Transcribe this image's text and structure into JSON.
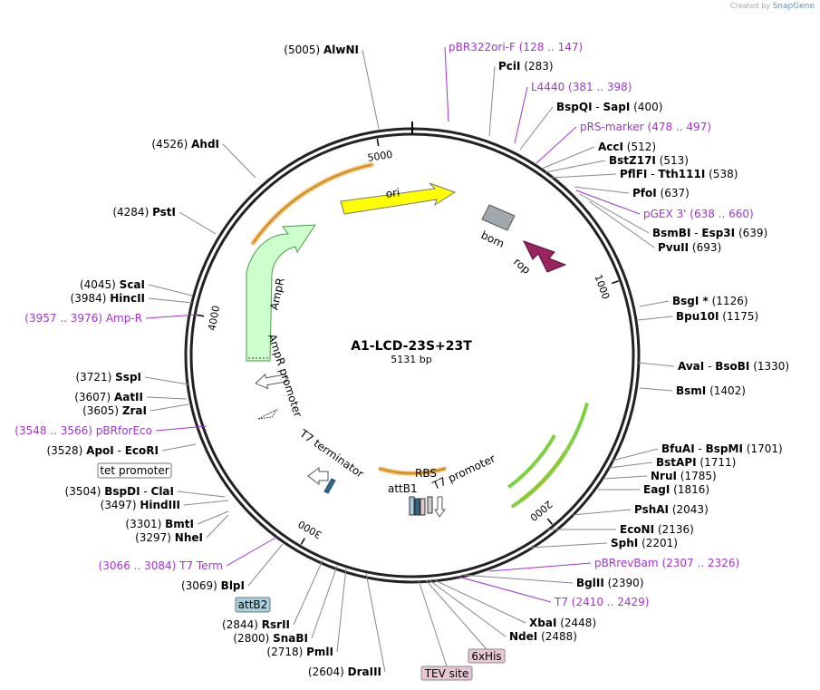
{
  "credit": {
    "prefix": "Created by",
    "brand": "SnapGene"
  },
  "map": {
    "name": "A1-LCD-23S+23T",
    "size_label": "5131 bp",
    "total_bp": 5131
  },
  "ring_ticks": [
    {
      "bp": 1000,
      "label": "1000"
    },
    {
      "bp": 2000,
      "label": "2000"
    },
    {
      "bp": 3000,
      "label": "3000"
    },
    {
      "bp": 4000,
      "label": "4000"
    },
    {
      "bp": 5000,
      "label": "5000"
    }
  ],
  "colors": {
    "enzyme_text": "#000000",
    "coord_text": "#000000",
    "primer": "#a133d6",
    "ori": "#ffff00",
    "ampr": "#ccffcc",
    "rop": "#99245f",
    "bom": "#a0a7ad",
    "orange_line": "#f5b85a",
    "green_line": "#7fd040",
    "attb2_fill": "#a6cfe0",
    "tag_fill": "#e7c7d6"
  },
  "features": [
    {
      "name": "ori",
      "label": "ori",
      "kind": "ori"
    },
    {
      "name": "bom",
      "label": "bom",
      "kind": "bom"
    },
    {
      "name": "rop",
      "label": "rop",
      "kind": "rop"
    },
    {
      "name": "ampr",
      "label": "AmpR",
      "kind": "ampr"
    },
    {
      "name": "ampr-promoter",
      "label": "AmpR promoter",
      "kind": "promoter"
    },
    {
      "name": "t7-terminator",
      "label": "T7 terminator",
      "kind": "terminator"
    },
    {
      "name": "attb1",
      "label": "attB1",
      "kind": "small"
    },
    {
      "name": "rbs",
      "label": "RBS",
      "kind": "small"
    },
    {
      "name": "t7-promoter",
      "label": "T7 promoter",
      "kind": "small"
    }
  ],
  "right_labels": [
    {
      "pos": "(283)",
      "enzyme": "PciI",
      "primer": false
    },
    {
      "pos": "(381 .. 398)",
      "enzyme": "L4440",
      "primer": true
    },
    {
      "pos": "(400)",
      "enzyme": "BspQI",
      "enzyme2": "SapI",
      "primer": false
    },
    {
      "pos": "(478 .. 497)",
      "enzyme": "pRS-marker",
      "primer": true
    },
    {
      "pos": "(512)",
      "enzyme": "AccI",
      "primer": false
    },
    {
      "pos": "(513)",
      "enzyme": "BstZ17I",
      "primer": false
    },
    {
      "pos": "(538)",
      "enzyme": "PflFI",
      "enzyme2": "Tth111I",
      "primer": false
    },
    {
      "pos": "(637)",
      "enzyme": "PfoI",
      "primer": false
    },
    {
      "pos": "(638 .. 660)",
      "enzyme": "pGEX 3'",
      "primer": true
    },
    {
      "pos": "(639)",
      "enzyme": "BsmBI",
      "enzyme2": "Esp3I",
      "primer": false
    },
    {
      "pos": "(693)",
      "enzyme": "PvuII",
      "primer": false
    },
    {
      "pos": "(1126)",
      "enzyme": "BsgI",
      "star": "*",
      "primer": false
    },
    {
      "pos": "(1175)",
      "enzyme": "Bpu10I",
      "primer": false
    },
    {
      "pos": "(1330)",
      "enzyme": "AvaI",
      "enzyme2": "BsoBI",
      "primer": false
    },
    {
      "pos": "(1402)",
      "enzyme": "BsmI",
      "primer": false
    },
    {
      "pos": "(1701)",
      "enzyme": "BfuAI",
      "enzyme2": "BspMI",
      "primer": false
    },
    {
      "pos": "(1711)",
      "enzyme": "BstAPI",
      "primer": false
    },
    {
      "pos": "(1785)",
      "enzyme": "NruI",
      "primer": false
    },
    {
      "pos": "(1816)",
      "enzyme": "EagI",
      "primer": false
    },
    {
      "pos": "(2043)",
      "enzyme": "PshAI",
      "primer": false
    },
    {
      "pos": "(2136)",
      "enzyme": "EcoNI",
      "primer": false
    },
    {
      "pos": "(2201)",
      "enzyme": "SphI",
      "primer": false
    },
    {
      "pos": "(2307 .. 2326)",
      "enzyme": "pBRrevBam",
      "primer": true
    },
    {
      "pos": "(2390)",
      "enzyme": "BglII",
      "primer": false
    },
    {
      "pos": "(2410 .. 2429)",
      "enzyme": "T7",
      "primer": true
    },
    {
      "pos": "(2448)",
      "enzyme": "XbaI",
      "primer": false
    },
    {
      "pos": "(2488)",
      "enzyme": "NdeI",
      "primer": false
    }
  ],
  "top_labels": [
    {
      "pos": "(5005)",
      "enzyme": "AlwNI",
      "primer": false
    },
    {
      "pos": "(128 .. 147)",
      "enzyme": "pBR322ori-F",
      "primer": true
    }
  ],
  "left_labels": [
    {
      "pos": "(4526)",
      "enzyme": "AhdI",
      "primer": false
    },
    {
      "pos": "(4284)",
      "enzyme": "PstI",
      "primer": false
    },
    {
      "pos": "(4045)",
      "enzyme": "ScaI",
      "primer": false
    },
    {
      "pos": "(3984)",
      "enzyme": "HincII",
      "primer": false
    },
    {
      "pos": "(3957 .. 3976)",
      "enzyme": "Amp-R",
      "primer": true
    },
    {
      "pos": "(3721)",
      "enzyme": "SspI",
      "primer": false
    },
    {
      "pos": "(3607)",
      "enzyme": "AatII",
      "primer": false
    },
    {
      "pos": "(3605)",
      "enzyme": "ZraI",
      "primer": false
    },
    {
      "pos": "(3548 .. 3566)",
      "enzyme": "pBRforEco",
      "primer": true
    },
    {
      "pos": "(3528)",
      "enzyme": "ApoI",
      "enzyme2": "EcoRI",
      "primer": false
    },
    {
      "pos": "",
      "enzyme": "tet promoter",
      "boxed": "white",
      "primer": false
    },
    {
      "pos": "(3504)",
      "enzyme": "BspDI",
      "enzyme2": "ClaI",
      "primer": false
    },
    {
      "pos": "(3497)",
      "enzyme": "HindIII",
      "primer": false
    },
    {
      "pos": "(3301)",
      "enzyme": "BmtI",
      "primer": false
    },
    {
      "pos": "(3297)",
      "enzyme": "NheI",
      "primer": false
    },
    {
      "pos": "(3066 .. 3084)",
      "enzyme": "T7 Term",
      "primer": true
    },
    {
      "pos": "(3069)",
      "enzyme": "BlpI",
      "primer": false
    },
    {
      "pos": "",
      "enzyme": "attB2",
      "boxed": "blue",
      "primer": false
    },
    {
      "pos": "(2844)",
      "enzyme": "RsrII",
      "primer": false
    },
    {
      "pos": "(2800)",
      "enzyme": "SnaBI",
      "primer": false
    },
    {
      "pos": "(2718)",
      "enzyme": "PmlI",
      "primer": false
    },
    {
      "pos": "(2604)",
      "enzyme": "DraIII",
      "primer": false
    }
  ],
  "bottom_boxes": [
    {
      "label": "6xHis"
    },
    {
      "label": "TEV site"
    }
  ]
}
